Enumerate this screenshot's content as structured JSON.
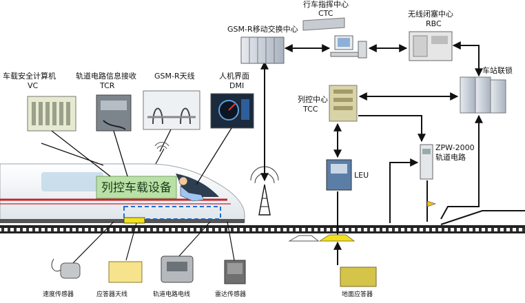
{
  "labels": {
    "vc_name": "车载安全计算机",
    "vc_abbr": "VC",
    "tcr_name": "轨道电路信息接收",
    "tcr_abbr": "TCR",
    "gsmr_antenna": "GSM-R天线",
    "dmi_name": "人机界面",
    "dmi_abbr": "DMI",
    "gsmr_switch": "GSM-R移动交换中心",
    "ctc_name": "行车指挥中心",
    "ctc_abbr": "CTC",
    "rbc_name": "无线闭塞中心",
    "rbc_abbr": "RBC",
    "interlock": "车站联锁",
    "tcc_name": "列控中心",
    "tcc_abbr": "TCC",
    "leu": "LEU",
    "zpw_name": "ZPW-2000",
    "zpw_sub": "轨道电路",
    "onboard": "列控车载设备",
    "speed_sensor": "速度传感器",
    "balise_antenna": "应答器天线",
    "track_antenna": "轨道电路电线",
    "radar": "雷达传感器",
    "ground_balise": "地面应答器"
  },
  "colors": {
    "line": "#111111",
    "onboard_box": "#b9e0a5",
    "balise": "#f2e21c",
    "stripe": "#c8232c",
    "rack": "#c9cfd8"
  }
}
